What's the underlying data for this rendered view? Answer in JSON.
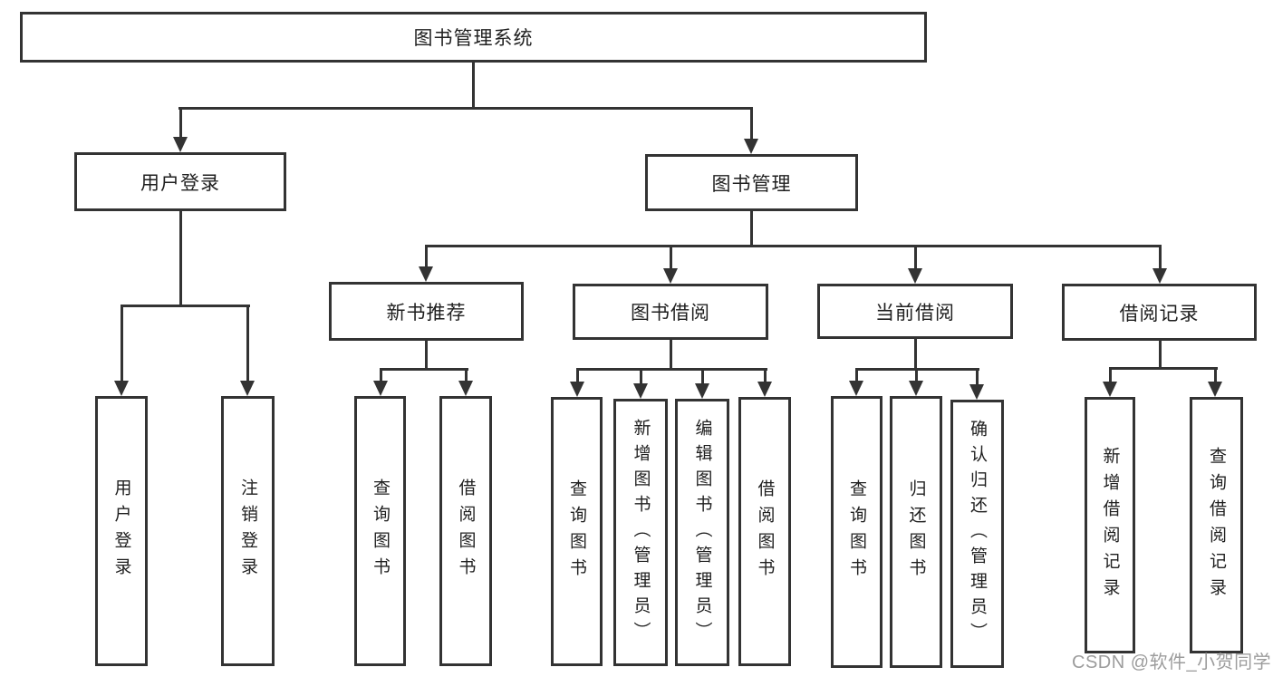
{
  "root": {
    "label": "图书管理系统"
  },
  "branches": [
    {
      "label": "用户登录",
      "leaves": [
        "用户登录",
        "注销登录"
      ]
    },
    {
      "label": "图书管理",
      "groups": [
        {
          "label": "新书推荐",
          "leaves": [
            "查询图书",
            "借阅图书"
          ]
        },
        {
          "label": "图书借阅",
          "leaves": [
            "查询图书",
            "新增图书（管理员）",
            "编辑图书（管理员）",
            "借阅图书"
          ]
        },
        {
          "label": "当前借阅",
          "leaves": [
            "查询图书",
            "归还图书",
            "确认归还（管理员）"
          ]
        },
        {
          "label": "借阅记录",
          "leaves": [
            "新增借阅记录",
            "查询借阅记录"
          ]
        }
      ]
    }
  ],
  "watermark": {
    "text": "CSDN @软件_小贺同学"
  },
  "colors": {
    "line": "#333333",
    "text": "#1f1f1f",
    "watermark": "#9c9c9c",
    "background": "#ffffff"
  }
}
